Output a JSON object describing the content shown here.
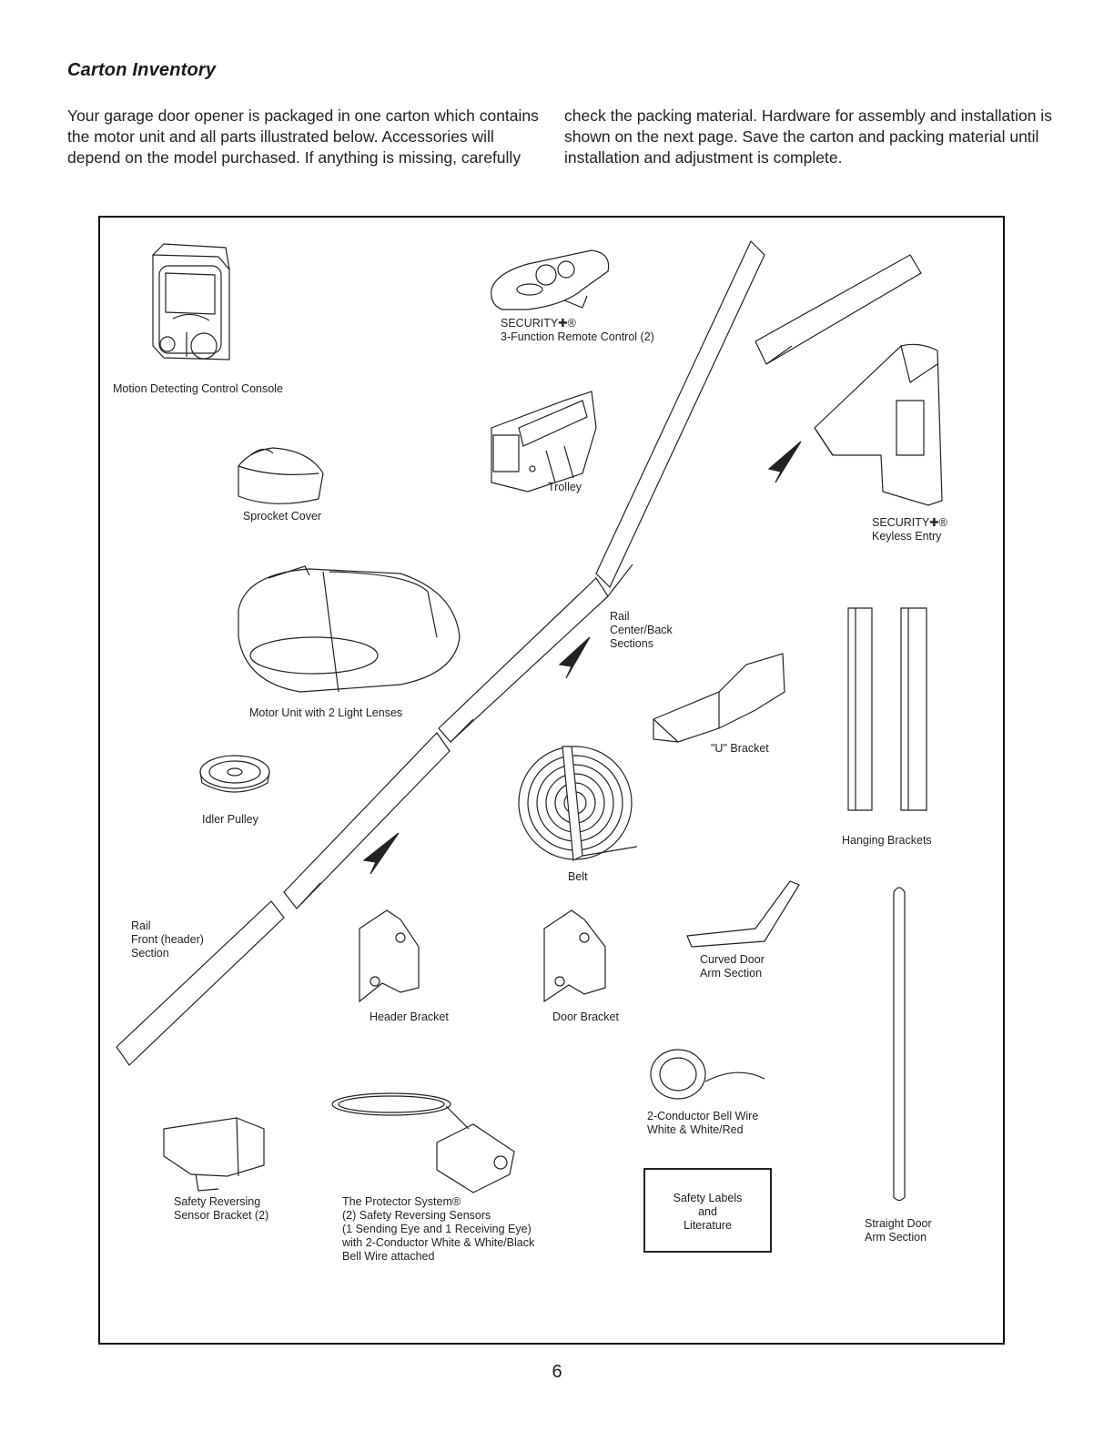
{
  "heading": "Carton Inventory",
  "intro": {
    "left": "Your garage door opener is packaged in one carton which contains the motor unit and all parts illustrated below. Accessories will depend on the model purchased. If anything is missing, carefully",
    "right": "check the packing material. Hardware for assembly and installation is shown on the next page. Save the carton and packing material until installation and adjustment is complete."
  },
  "parts": {
    "console": "Motion Detecting Control Console",
    "remote": "SECURITY✚®\n3-Function Remote Control (2)",
    "sprocket_cover": "Sprocket Cover",
    "trolley": "Trolley",
    "keyless": "SECURITY✚®\nKeyless Entry",
    "motor": "Motor Unit with 2 Light Lenses",
    "rail_center": "Rail\nCenter/Back\nSections",
    "u_bracket": "\"U\" Bracket",
    "idler": "Idler Pulley",
    "hanging": "Hanging Brackets",
    "belt": "Belt",
    "rail_front": "Rail\nFront (header)\nSection",
    "curved_arm": "Curved Door\nArm Section",
    "header_bracket": "Header Bracket",
    "door_bracket": "Door Bracket",
    "bell_wire": "2-Conductor Bell Wire\nWhite & White/Red",
    "safety_labels": "Safety Labels\nand\nLiterature",
    "straight_arm": "Straight Door\nArm Section",
    "sensor_bracket": "Safety Reversing\nSensor Bracket (2)",
    "protector": "The Protector System®\n(2) Safety Reversing Sensors\n(1 Sending Eye and 1 Receiving Eye)\nwith 2-Conductor White & White/Black\nBell Wire attached"
  },
  "page_number": "6"
}
